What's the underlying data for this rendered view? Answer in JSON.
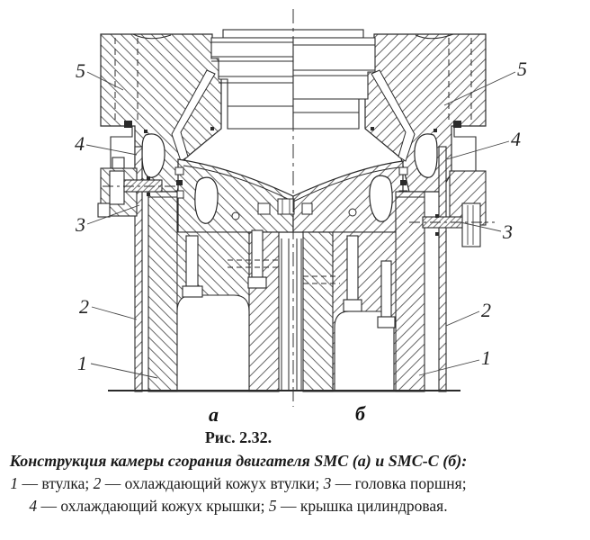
{
  "figure": {
    "callouts": {
      "left": {
        "c5": "5",
        "c4": "4",
        "c3": "3",
        "c2": "2",
        "c1": "1"
      },
      "right": {
        "c5": "5",
        "c4": "4",
        "c3": "3",
        "c2": "2",
        "c1": "1"
      }
    },
    "sections": {
      "a": "а",
      "b": "б"
    }
  },
  "caption": {
    "figure_number": "Рис. 2.32.",
    "subtitle": "Конструкция камеры сгорания двигателя SMC (а) и SMC-С (б):",
    "legend": {
      "items": [
        {
          "num": "1",
          "text": " — втулка; "
        },
        {
          "num": "2",
          "text": " — охлаждающий кожух втулки; "
        },
        {
          "num": "3",
          "text": " — головка поршня;"
        },
        {
          "num": "4",
          "text": " — охлаждающий кожух крышки; "
        },
        {
          "num": "5",
          "text": " — крышка цилиндровая."
        }
      ]
    }
  },
  "colors": {
    "line": "#2a2a2a",
    "hatch": "#555555",
    "background": "#ffffff"
  }
}
